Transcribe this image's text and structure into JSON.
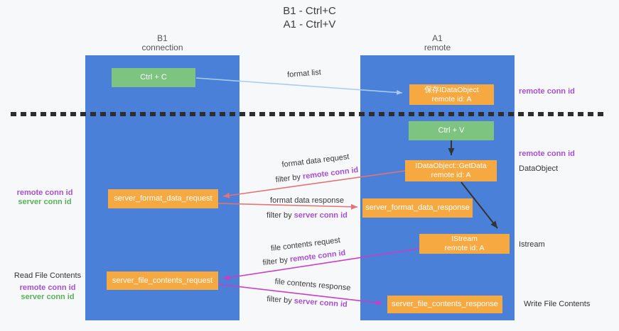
{
  "title": {
    "line1": "B1 - Ctrl+C",
    "line2": "A1 - Ctrl+V"
  },
  "columns": {
    "left": {
      "name": "B1",
      "subtitle": "connection"
    },
    "right": {
      "name": "A1",
      "subtitle": "remote"
    }
  },
  "boxes": {
    "ctrl_c": "Ctrl + C",
    "ctrl_v": "Ctrl + V",
    "save_idataobject": {
      "line1": "保存IDataObject",
      "line2": "remote id: A"
    },
    "getdata": {
      "line1": "IDataObject::GetData",
      "line2": "remote id: A"
    },
    "istream": {
      "line1": "IStream",
      "line2": "remote id: A"
    },
    "format_request": "server_format_data_request",
    "format_response": "server_format_data_response",
    "file_request": "server_file_contents_request",
    "file_response": "server_file_contents_response"
  },
  "arrow_labels": {
    "format_list": "format list",
    "format_data_request": "format data request",
    "format_data_response": "format data response",
    "file_contents_request": "file contents request",
    "file_contents_response": "file contents response",
    "filter_by": "filter by ",
    "remote_conn_id": "remote conn id",
    "server_conn_id": "server conn id"
  },
  "side_labels": {
    "remote_conn_id_top": "remote conn id",
    "remote_conn_id_mid": "remote conn id",
    "dataobject": "DataObject",
    "istream": "Istream",
    "write_file_contents": "Write File Contents",
    "read_file_contents": "Read File Contents",
    "left_remote_conn_id": "remote conn id",
    "left_server_conn_id": "server conn id",
    "bottom_remote_conn_id": "remote conn id",
    "bottom_server_conn_id": "server conn id"
  },
  "colors": {
    "column_blue": "#4a80d8",
    "box_orange": "#f7a941",
    "box_green": "#7cc47f",
    "arrow_lightblue": "#a8cdf0",
    "arrow_red": "#e57373",
    "arrow_magenta": "#c93ec9",
    "arrow_black": "#333333",
    "text_purple": "#a74fd3",
    "text_green": "#59b259"
  }
}
